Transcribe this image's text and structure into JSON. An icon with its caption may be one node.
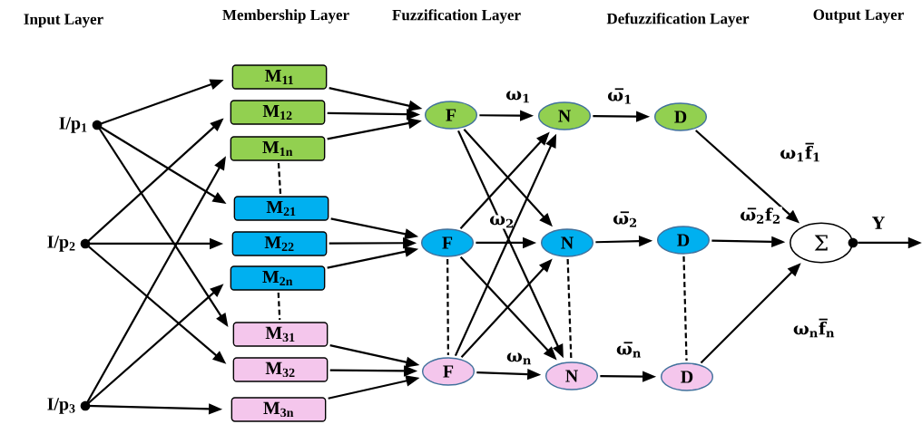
{
  "diagram": {
    "nodes": [
      {
        "text": [
          "I/p$_{1}$"
        ]
      },
      {
        "text": [
          "I/p$_{2}$"
        ]
      },
      {
        "text": [
          "I/p$_{3}$"
        ]
      },
      {
        "text": [
          "M$_{11}$"
        ]
      },
      {
        "text": [
          "M$_{12}$"
        ]
      },
      {
        "text": [
          "M$_{1n}$"
        ]
      },
      {
        "text": [
          "M$_{21}$"
        ]
      },
      {
        "text": [
          "M$_{22}$"
        ]
      },
      {
        "text": [
          "M$_{2n}$"
        ]
      },
      {
        "text": [
          "M$_{31}$"
        ]
      },
      {
        "text": [
          "M$_{32}$"
        ]
      },
      {
        "text": [
          "M$_{3n}$"
        ]
      },
      {
        "text": [
          "F"
        ]
      },
      {
        "text": [
          "F"
        ]
      },
      {
        "text": [
          "F"
        ]
      },
      {
        "text": [
          "N"
        ]
      },
      {
        "text": [
          "N"
        ]
      },
      {
        "text": [
          "N"
        ]
      },
      {
        "text": [
          "D"
        ]
      },
      {
        "text": [
          "D"
        ]
      },
      {
        "text": [
          "D"
        ]
      },
      {
        "text": [
          "Σ"
        ]
      }
    ],
    "edges": [
      {
        "from": 0,
        "to": 3,
        "arrow": "to"
      },
      {
        "from": 0,
        "to": 6,
        "arrow": "to"
      },
      {
        "from": 0,
        "to": 9,
        "arrow": "to"
      },
      {
        "from": 1,
        "to": 4,
        "arrow": "to"
      },
      {
        "from": 1,
        "to": 7,
        "arrow": "to"
      },
      {
        "from": 1,
        "to": 10,
        "arrow": "to"
      },
      {
        "from": 2,
        "to": 5,
        "arrow": "to"
      },
      {
        "from": 2,
        "to": 8,
        "arrow": "to"
      },
      {
        "from": 2,
        "to": 11,
        "arrow": "to"
      },
      {
        "from": 3,
        "to": 12,
        "arrow": "to"
      },
      {
        "from": 4,
        "to": 12,
        "arrow": "to"
      },
      {
        "from": 5,
        "to": 12,
        "arrow": "to"
      },
      {
        "from": 6,
        "to": 13,
        "arrow": "to"
      },
      {
        "from": 7,
        "to": 13,
        "arrow": "to"
      },
      {
        "from": 8,
        "to": 13,
        "arrow": "to"
      },
      {
        "from": 9,
        "to": 14,
        "arrow": "to"
      },
      {
        "from": 10,
        "to": 14,
        "arrow": "to"
      },
      {
        "from": 11,
        "to": 14,
        "arrow": "to"
      },
      {
        "from": 12,
        "to": 15,
        "arrow": "to",
        "label": "ω$_{1}$"
      },
      {
        "from": 12,
        "to": 16,
        "arrow": "to"
      },
      {
        "from": 12,
        "to": 17,
        "arrow": "to"
      },
      {
        "from": 13,
        "to": 15,
        "arrow": "to"
      },
      {
        "from": 13,
        "to": 16,
        "arrow": "to",
        "label": "ω$_{2}$"
      },
      {
        "from": 13,
        "to": 17,
        "arrow": "to"
      },
      {
        "from": 14,
        "to": 15,
        "arrow": "to"
      },
      {
        "from": 14,
        "to": 16,
        "arrow": "to"
      },
      {
        "from": 14,
        "to": 17,
        "arrow": "to",
        "label": "ω$_{n}$"
      },
      {
        "from": 15,
        "to": 18,
        "arrow": "to",
        "label": "ω̅$_{1}$"
      },
      {
        "from": 16,
        "to": 19,
        "arrow": "to",
        "label": "ω̅$_{2}$"
      },
      {
        "from": 17,
        "to": 20,
        "arrow": "to",
        "label": "ω̅$_{n}$"
      },
      {
        "from": 18,
        "to": 21,
        "arrow": "to",
        "label": "ω$_{1}$f̅$_{1}$"
      },
      {
        "from": 19,
        "to": 21,
        "arrow": "to",
        "label": "ω̅$_{2}$f$_{2}$"
      },
      {
        "from": 20,
        "to": 21,
        "arrow": "to",
        "label": "ω$_{n}$f̅$_{n}$"
      },
      {
        "from": 21,
        "to": null,
        "arrow": "to",
        "label": "Y"
      },
      {
        "from": 5,
        "to": 6,
        "arrow": "none",
        "style": "dashed"
      },
      {
        "from": 8,
        "to": 9,
        "arrow": "none",
        "style": "dashed"
      },
      {
        "from": 13,
        "to": 14,
        "arrow": "none",
        "style": "dashed"
      },
      {
        "from": 16,
        "to": 17,
        "arrow": "none",
        "style": "dashed"
      },
      {
        "from": 19,
        "to": 20,
        "arrow": "none",
        "style": "dashed"
      }
    ],
    "labels": [
      "Input Layer",
      "Membership Layer",
      "Fuzzification Layer",
      "Defuzzification Layer",
      "Output Layer"
    ]
  }
}
